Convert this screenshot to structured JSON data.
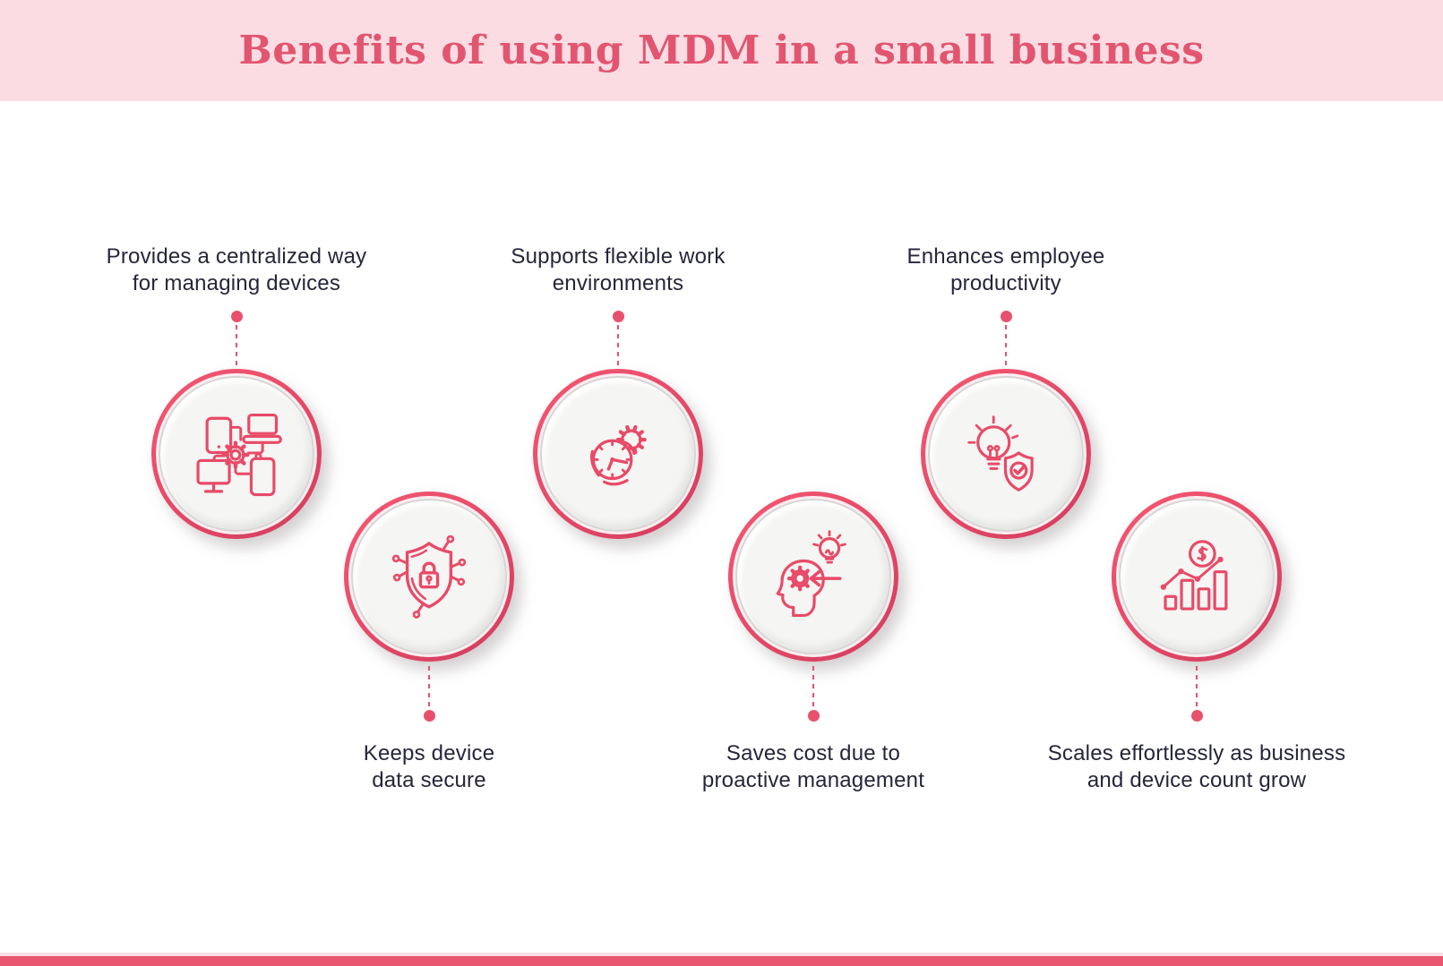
{
  "header": {
    "title": "Benefits of using MDM in a small business"
  },
  "items": [
    {
      "icon": "devices-network-icon",
      "label_lines": [
        "Provides a centralized way",
        "for managing devices"
      ]
    },
    {
      "icon": "shield-lock-icon",
      "label_lines": [
        "Keeps device",
        "data secure"
      ]
    },
    {
      "icon": "clock-gear-icon",
      "label_lines": [
        "Supports flexible work",
        "environments"
      ]
    },
    {
      "icon": "head-gear-bulb-icon",
      "label_lines": [
        "Saves cost due to",
        "proactive management"
      ]
    },
    {
      "icon": "bulb-shield-check-icon",
      "label_lines": [
        "Enhances employee",
        "productivity"
      ]
    },
    {
      "icon": "dollar-growth-chart-icon",
      "label_lines": [
        "Scales effortlessly as business",
        "and device count grow"
      ]
    }
  ],
  "colors": {
    "header_bg": "#fbdce3",
    "title": "#e25570",
    "accent": "#e84a68",
    "connector": "#e8516e",
    "label": "#26263a",
    "circle_fill": "#f5f5f3",
    "circle_rim": "#d6d6d4",
    "bottom_bar": "#e8566f",
    "bottom_bar_light": "#f8dee5"
  }
}
